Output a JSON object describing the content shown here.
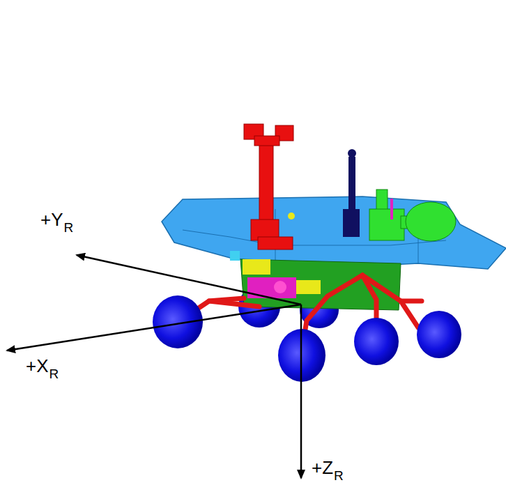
{
  "diagram": {
    "labels": [
      "+Y",
      "R",
      "+X",
      "R",
      "+Z",
      "R"
    ]
  }
}
